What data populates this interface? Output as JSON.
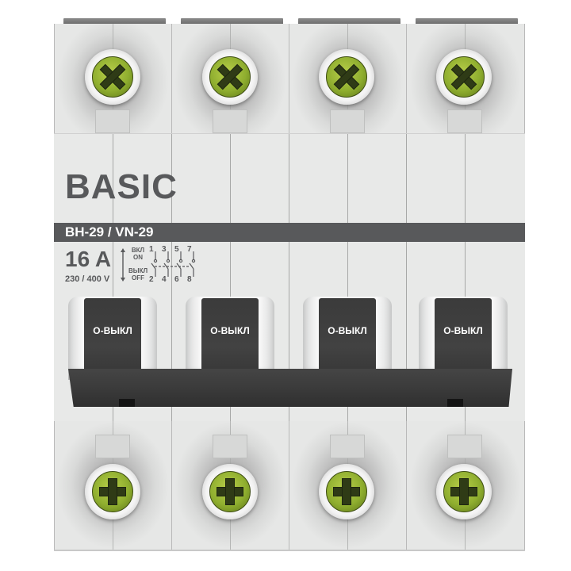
{
  "product": {
    "brand": "BASIC",
    "model": "ВН-29 / VN-29",
    "rating": "16 A",
    "voltage": "230 / 400 V",
    "on_label_ru": "ВКЛ",
    "on_label_en": "ON",
    "off_label_ru": "ВЫКЛ",
    "off_label_en": "OFF",
    "poles": 4,
    "terminals_top": [
      "1",
      "3",
      "5",
      "7"
    ],
    "terminals_bottom": [
      "2",
      "4",
      "6",
      "8"
    ]
  },
  "levers": [
    {
      "label": "O-ВЫКЛ",
      "state": "off"
    },
    {
      "label": "O-ВЫКЛ",
      "state": "off"
    },
    {
      "label": "O-ВЫКЛ",
      "state": "off"
    },
    {
      "label": "O-ВЫКЛ",
      "state": "off"
    }
  ],
  "colors": {
    "housing": "#e4e5e4",
    "brand_gray": "#58595b",
    "lever_dark": "#3b3b3b",
    "screw_green": "#8fae2f"
  }
}
